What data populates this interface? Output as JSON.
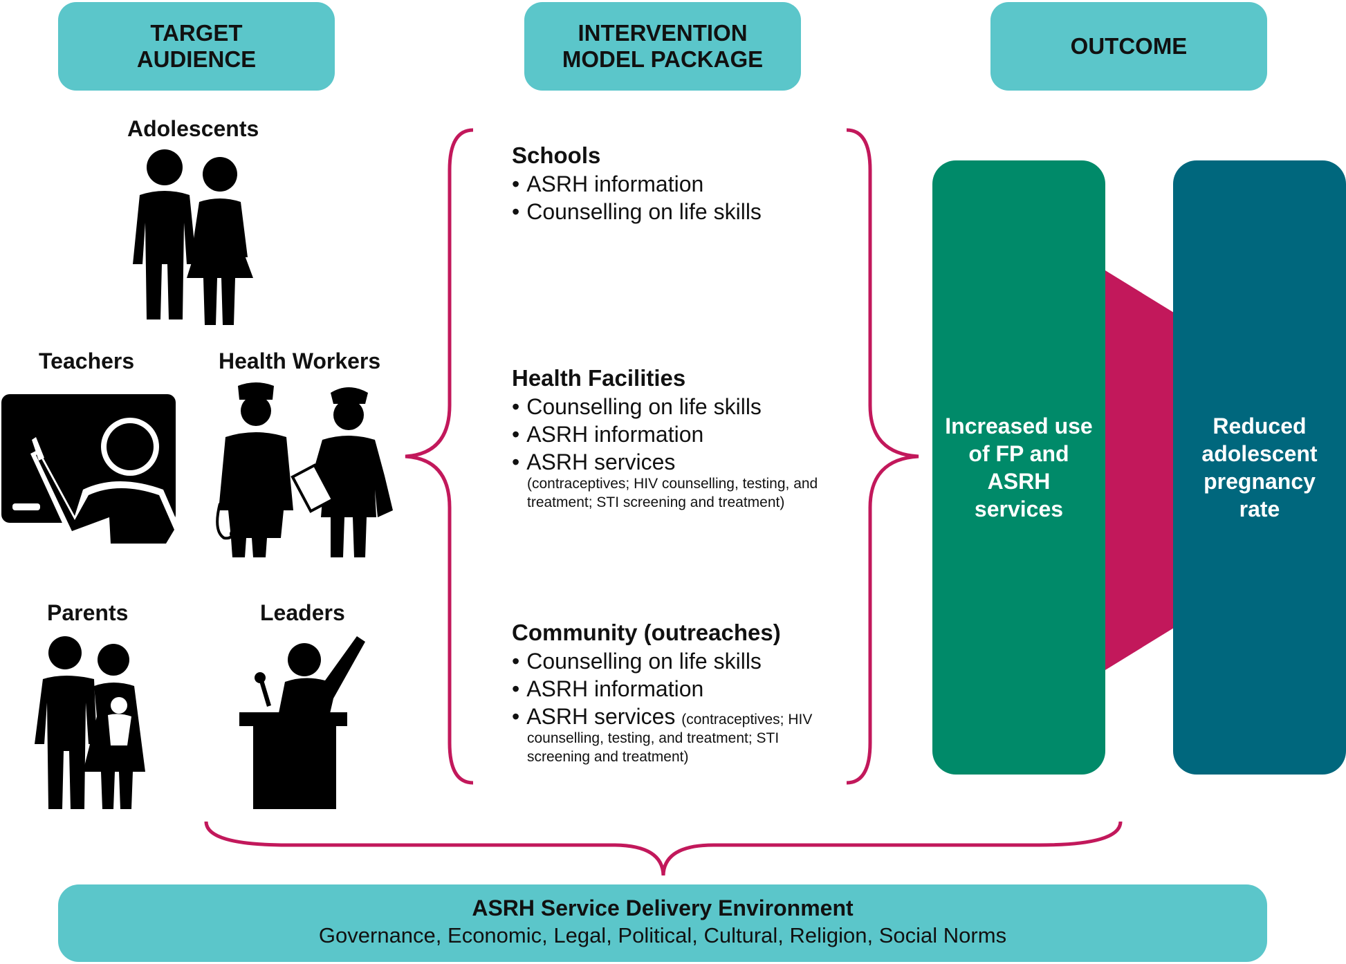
{
  "headers": {
    "target": "TARGET\nAUDIENCE",
    "intervention": "INTERVENTION\nMODEL PACKAGE",
    "outcome": "OUTCOME"
  },
  "audience": {
    "adolescents": "Adolescents",
    "teachers": "Teachers",
    "health_workers": "Health Workers",
    "parents": "Parents",
    "leaders": "Leaders"
  },
  "interventions": {
    "schools": {
      "title": "Schools",
      "items": [
        "ASRH information",
        "Counselling on life skills"
      ]
    },
    "health_facilities": {
      "title": "Health Facilities",
      "items": [
        "Counselling on life skills",
        "ASRH information",
        "ASRH services"
      ],
      "detail": "(contraceptives; HIV counselling, testing, and\ntreatment; STI screening and treatment)"
    },
    "community": {
      "title": "Community (outreaches)",
      "items": [
        "Counselling on life skills",
        "ASRH information",
        "ASRH services"
      ],
      "inline_detail": "(contraceptives; HIV",
      "detail": "counselling, testing, and treatment; STI\nscreening and treatment)"
    }
  },
  "outcomes": {
    "increased": "Increased use\nof FP and\nASRH\nservices",
    "reduced": "Reduced\nadolescent\npregnancy\nrate"
  },
  "footer": {
    "title": "ASRH Service Delivery Environment",
    "subtitle": "Governance, Economic, Legal, Political, Cultural, Religion, Social Norms"
  },
  "colors": {
    "header_teal": "#5bc6ca",
    "brace_magenta": "#c2185b",
    "outcome_green": "#008a69",
    "outcome_blue": "#00677d",
    "connector_magenta": "#c2185b",
    "icon_black": "#000000"
  },
  "icons": [
    "adolescents-icon",
    "teacher-icon",
    "health-workers-icon",
    "parents-icon",
    "leader-podium-icon"
  ]
}
